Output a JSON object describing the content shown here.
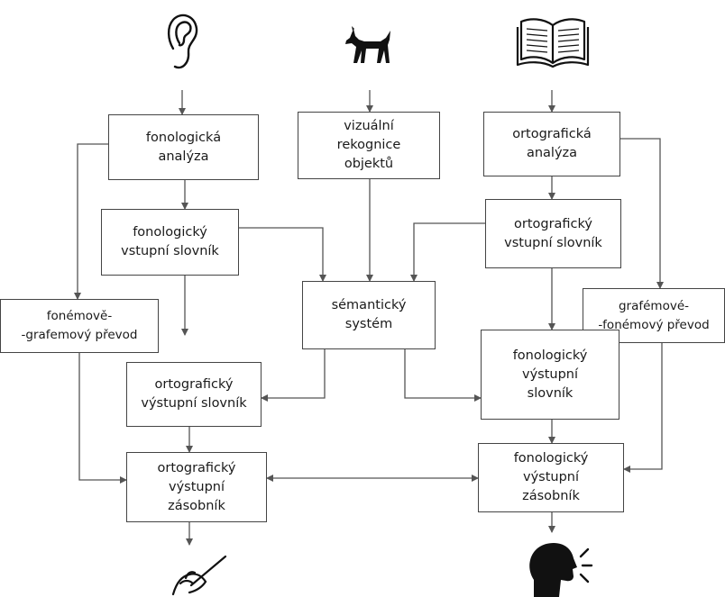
{
  "nodes": {
    "fon_analyza": "fonologická\nanalýza",
    "viz_rekognice": "vizuální\nrekognice\nobjektů",
    "orto_analyza": "ortografická\nanalýza",
    "fon_vstup": "fonologický\nvstupní slovník",
    "orto_vstup": "ortografický\nvstupní slovník",
    "fonem_graf": "fonémově-\n-grafemový převod",
    "semanticky": "sémantický\nsystém",
    "grafem_fonem": "grafémové-\n-fonémový převod",
    "orto_vystup_slovnik": "ortografický\nvýstupní slovník",
    "fon_vystup_slovnik": "fonologický\nvýstupní\nslovník",
    "orto_zasobnik": "ortografický\nvýstupní\nzásobník",
    "fon_zasobnik": "fonologický\nvýstupní\nzásobník"
  },
  "icons": {
    "ear": "ear-icon",
    "dog": "dog-icon",
    "book": "book-icon",
    "writing": "writing-hand-icon",
    "speaking": "speaking-head-icon"
  },
  "colors": {
    "line": "#555555",
    "border": "#444444",
    "icon": "#111111"
  }
}
